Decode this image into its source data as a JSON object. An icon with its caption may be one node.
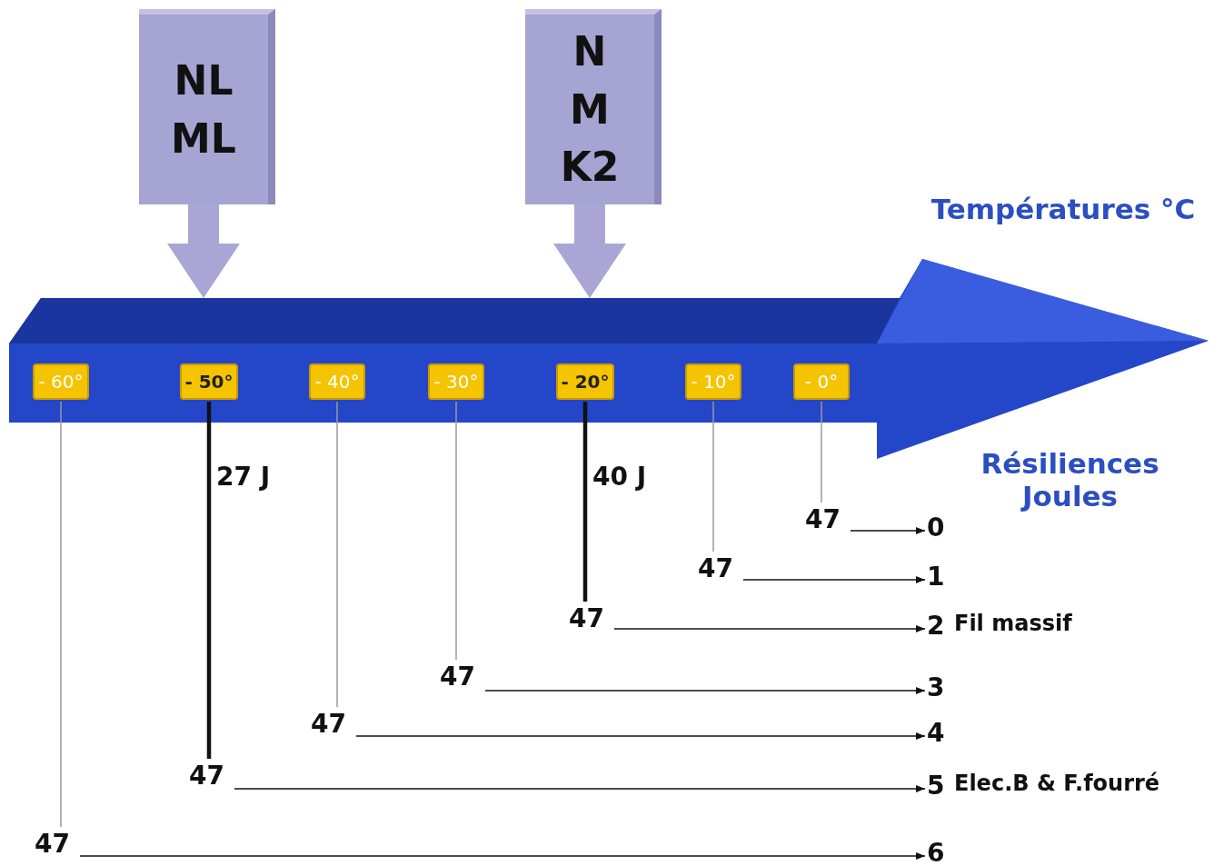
{
  "diagram": {
    "nodes": [
      {
        "text": [
          "NL ML"
        ]
      },
      {
        "text": [
          "N M K2"
        ]
      },
      {
        "text": [],
        "shape": "arrow"
      },
      {
        "text": [
          "- 60°"
        ],
        "in": 2
      },
      {
        "text": [
          "- 50°"
        ],
        "in": 2
      },
      {
        "text": [
          "- 40°"
        ],
        "in": 2
      },
      {
        "text": [
          "- 30°"
        ],
        "in": 2
      },
      {
        "text": [
          "- 20°"
        ],
        "in": 2
      },
      {
        "text": [
          "- 10°"
        ],
        "in": 2
      },
      {
        "text": [
          "- 0°"
        ],
        "in": 2
      },
      {
        "text": [
          "47"
        ]
      },
      {
        "text": [
          "47"
        ]
      },
      {
        "text": [
          "47"
        ]
      },
      {
        "text": [
          "47"
        ]
      },
      {
        "text": [
          "47"
        ]
      },
      {
        "text": [
          "47"
        ]
      },
      {
        "text": [
          "47"
        ]
      },
      {
        "text": [
          "0"
        ]
      },
      {
        "text": [
          "1"
        ]
      },
      {
        "text": [
          "2"
        ],
        "beside": [
          "Fil massif"
        ]
      },
      {
        "text": [
          "3"
        ]
      },
      {
        "text": [
          "4"
        ]
      },
      {
        "text": [
          "5"
        ],
        "beside": [
          "Elec.B & F.fourré"
        ]
      },
      {
        "text": [
          "6"
        ]
      }
    ],
    "edges": [
      {
        "from": 0,
        "to": 2,
        "arrow": "to",
        "style": "thick",
        "color": "#a9a6d6"
      },
      {
        "from": 1,
        "to": 2,
        "arrow": "to",
        "style": "thick",
        "color": "#a9a6d6"
      },
      {
        "from": 9,
        "to": 10,
        "arrow": "none",
        "color": "#9a9a9a"
      },
      {
        "from": 8,
        "to": 11,
        "arrow": "none",
        "color": "#9a9a9a"
      },
      {
        "from": 7,
        "to": 12,
        "arrow": "none",
        "label": "40 J",
        "style": "thick"
      },
      {
        "from": 6,
        "to": 13,
        "arrow": "none",
        "color": "#9a9a9a"
      },
      {
        "from": 5,
        "to": 14,
        "arrow": "none",
        "color": "#9a9a9a"
      },
      {
        "from": 4,
        "to": 15,
        "arrow": "none",
        "label": "27 J",
        "style": "thick"
      },
      {
        "from": 3,
        "to": 16,
        "arrow": "none",
        "color": "#9a9a9a"
      },
      {
        "from": 10,
        "to": 17,
        "arrow": "to"
      },
      {
        "from": 11,
        "to": 18,
        "arrow": "to"
      },
      {
        "from": 12,
        "to": 19,
        "arrow": "to"
      },
      {
        "from": 13,
        "to": 20,
        "arrow": "to"
      },
      {
        "from": 14,
        "to": 21,
        "arrow": "to"
      },
      {
        "from": 15,
        "to": 22,
        "arrow": "to"
      },
      {
        "from": 16,
        "to": 23,
        "arrow": "to"
      }
    ],
    "labels": [
      "Températures °C",
      "Résiliences Joules"
    ]
  }
}
